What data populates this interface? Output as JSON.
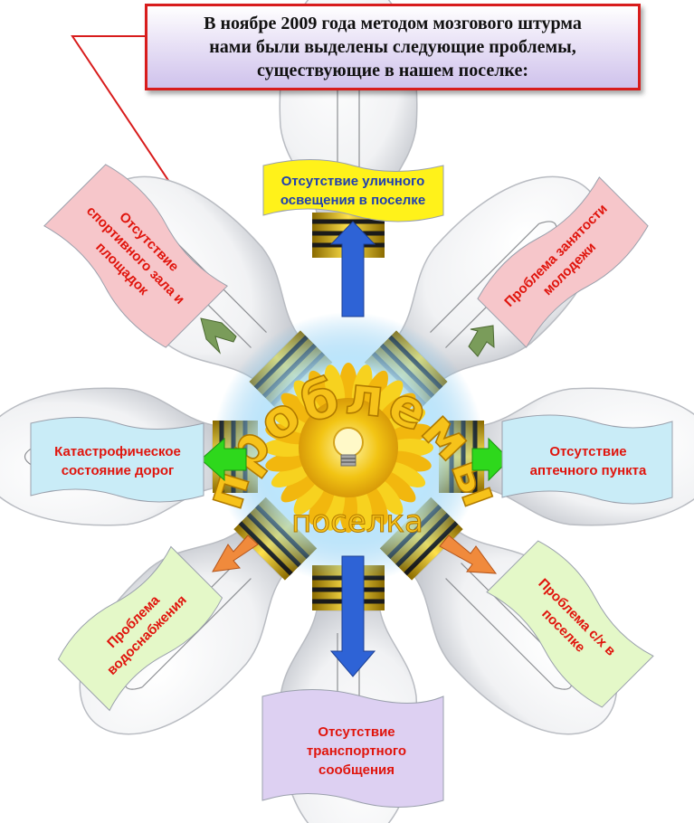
{
  "title": {
    "line1": "В ноябре 2009 года методом мозгового штурма",
    "line2": "нами были выделены следующие проблемы,",
    "line3": "существующие в нашем поселке:"
  },
  "center": {
    "word1": "проблемы",
    "word2": "поселка"
  },
  "problems": {
    "top": "Отсутствие уличного освещения в поселке",
    "top_left": "Отсутствие спортивного зала и площадок",
    "top_right": "Проблема занятости молодежи",
    "left": "Катастрофическое состояние дорог",
    "right": "Отсутствие аптечного пункта",
    "bottom_left": "Проблема водоснабжения",
    "bottom_right": "Проблема с/х в поселке",
    "bottom": "Отсутствие транспортного сообщения"
  },
  "colors": {
    "title_border": "#d81c1c",
    "label_text": "#e0140c",
    "top_label_text": "#1f3fb0",
    "top_label_bg": "#fff21a",
    "center_text": "#f6c21a",
    "arrow_blue": "#2e63d6",
    "arrow_green": "#2ed81c",
    "arrow_olive": "#7a9c5a",
    "arrow_orange": "#f08a3c"
  },
  "icons": [
    "light-bulb-icon",
    "sunflower-icon"
  ]
}
